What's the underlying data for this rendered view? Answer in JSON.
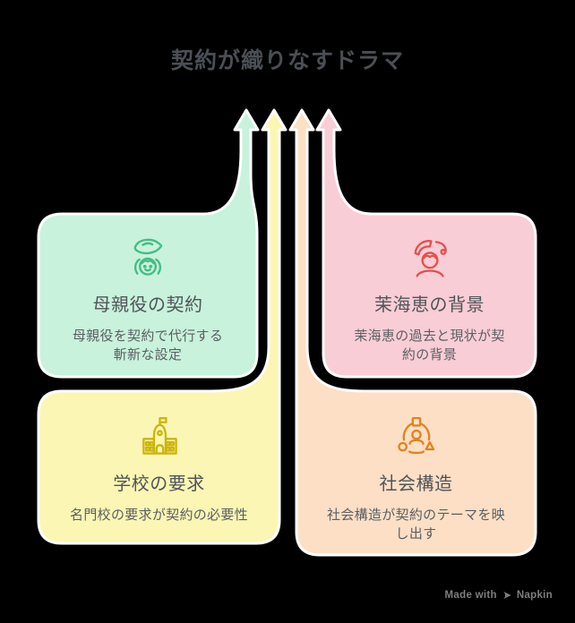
{
  "title": "契約が織りなすドラマ",
  "cards": [
    {
      "title": "母親役の契約",
      "desc": "母親役を契約で代行する\n斬新な設定",
      "fill": "#c8f2db",
      "icon": "childcare-icon",
      "icon_color": "#41bd84"
    },
    {
      "title": "茉海恵の背景",
      "desc": "茉海恵の過去と現状が契\n約の背景",
      "fill": "#f9cdd5",
      "icon": "woman-icon",
      "icon_color": "#e4504e"
    },
    {
      "title": "学校の要求",
      "desc": "名門校の要求が契約の必要性",
      "fill": "#fbf6b4",
      "icon": "school-icon",
      "icon_color": "#ccb50d"
    },
    {
      "title": "社会構造",
      "desc": "社会構造が契約のテーマを映\nし出す",
      "fill": "#fcdfc5",
      "icon": "social-structure-icon",
      "icon_color": "#e2831f"
    }
  ],
  "colors": {
    "background": "#000000",
    "shape_outline": "#ffffff",
    "title_text": "#4a4f55",
    "card_title_text": "#4f5459",
    "card_desc_text": "#5a5f63",
    "footer_text": "#7e7e7e"
  },
  "footer": {
    "made_with": "Made with",
    "brand": "Napkin"
  }
}
